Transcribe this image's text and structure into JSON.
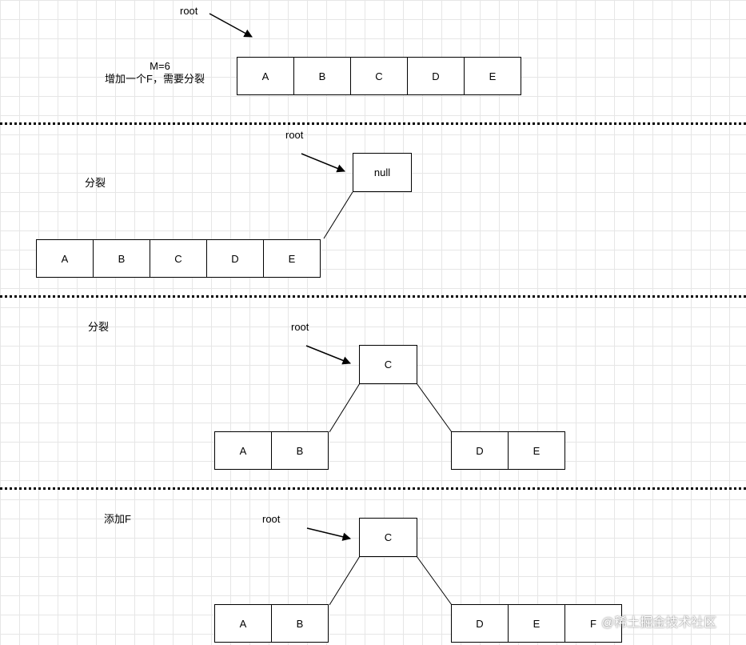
{
  "sections": [
    {
      "root_label": "root",
      "note_line1": "M=6",
      "note_line2": "增加一个F，需要分裂",
      "cells": [
        "A",
        "B",
        "C",
        "D",
        "E"
      ]
    },
    {
      "root_label": "root",
      "note": "分裂",
      "parent": "null",
      "cells": [
        "A",
        "B",
        "C",
        "D",
        "E"
      ]
    },
    {
      "root_label": "root",
      "note": "分裂",
      "parent": "C",
      "left_cells": [
        "A",
        "B"
      ],
      "right_cells": [
        "D",
        "E"
      ]
    },
    {
      "root_label": "root",
      "note": "添加F",
      "parent": "C",
      "left_cells": [
        "A",
        "B"
      ],
      "right_cells": [
        "D",
        "E",
        "F"
      ]
    }
  ],
  "watermark": "@稀土掘金技术社区"
}
